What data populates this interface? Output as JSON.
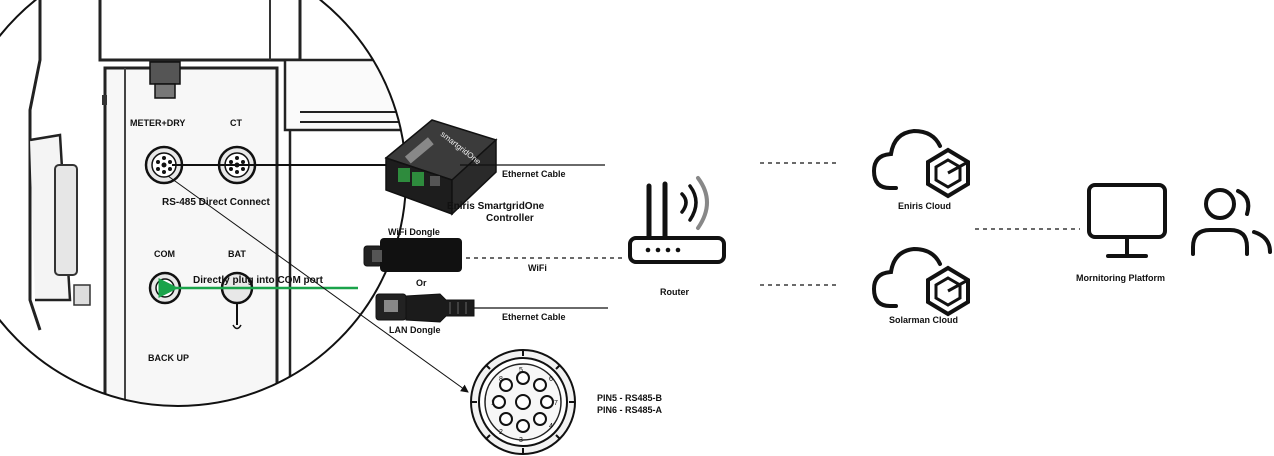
{
  "inverter": {
    "port_meter_dry": "METER+DRY",
    "port_ct": "CT",
    "port_com": "COM",
    "port_bat": "BAT",
    "port_backup": "BACK UP",
    "rs485_label": "RS-485 Direct Connect",
    "com_plug_label": "Directly plug into COM port"
  },
  "controller": {
    "brand_text": "smartgridOne",
    "name_line1": "Eniris SmartgridOne",
    "name_line2": "Controller"
  },
  "dongles": {
    "wifi_label": "WiFi Dongle",
    "or_label": "Or",
    "lan_label": "LAN Dongle"
  },
  "connections": {
    "ethernet_top": "Ethernet Cable",
    "wifi": "WiFi",
    "ethernet_bottom": "Ethernet Cable"
  },
  "router": {
    "label": "Router"
  },
  "clouds": {
    "eniris": "Eniris Cloud",
    "solarman": "Solarman Cloud"
  },
  "platform": {
    "label": "Mornitoring Platform"
  },
  "connector": {
    "pin_labels": [
      "PIN5 - RS485-B",
      "PIN6 - RS485-A"
    ],
    "pin_numbers": [
      "1",
      "2",
      "3",
      "4",
      "5",
      "6",
      "7",
      "8"
    ]
  },
  "colors": {
    "accent_green": "#1aa34a",
    "line": "#111111"
  }
}
